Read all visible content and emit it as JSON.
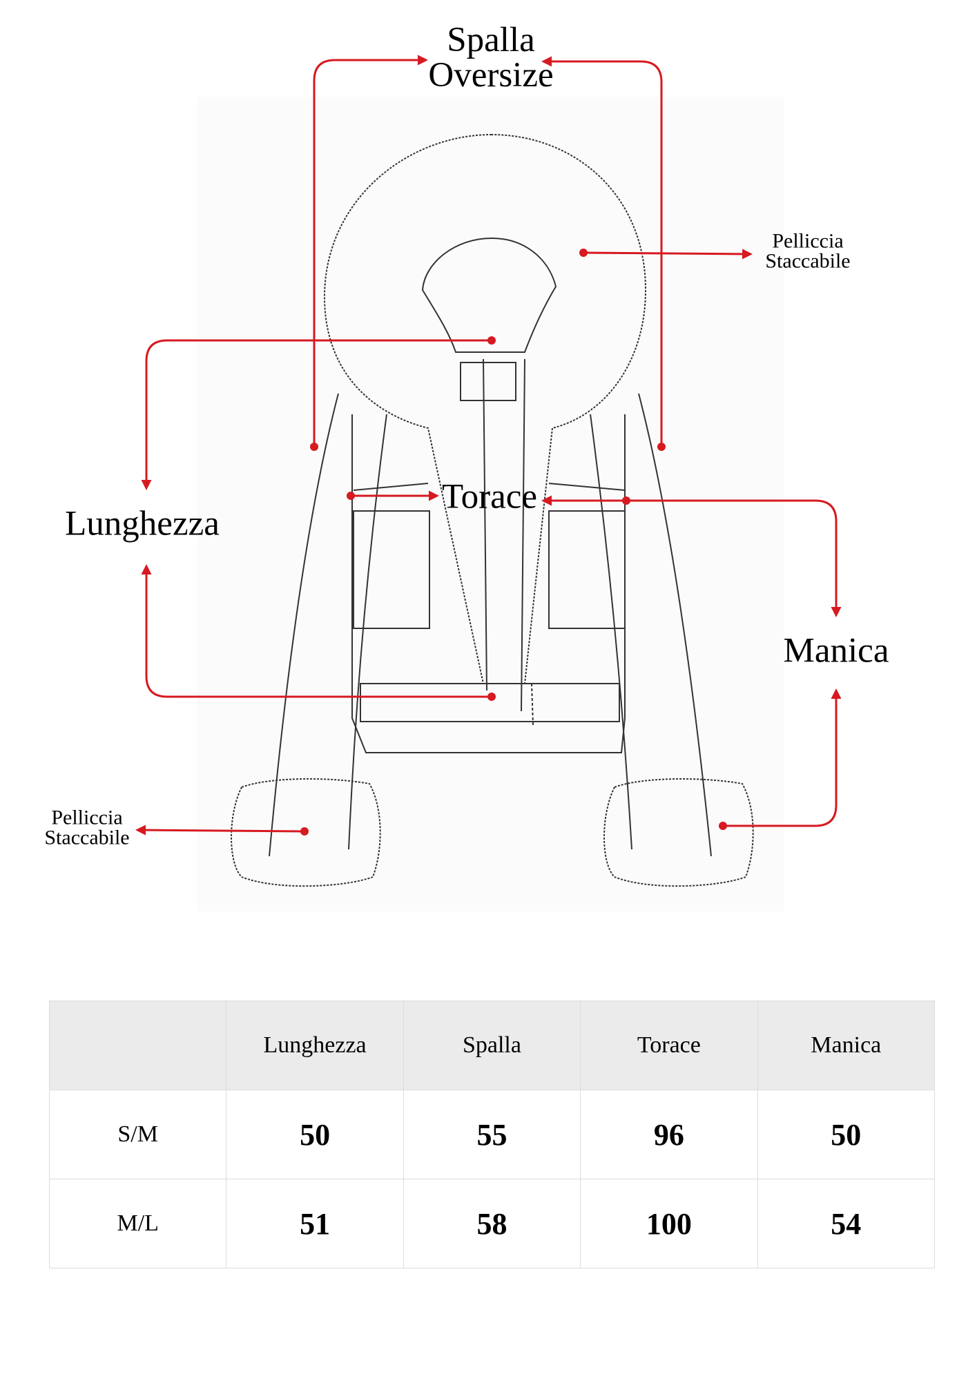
{
  "labels": {
    "spalla_line1": "Spalla",
    "spalla_line2": "Oversize",
    "pelliccia_top_line1": "Pelliccia",
    "pelliccia_top_line2": "Staccabile",
    "lunghezza": "Lunghezza",
    "torace": "Torace",
    "manica": "Manica",
    "pelliccia_bottom_line1": "Pelliccia",
    "pelliccia_bottom_line2": "Staccabile"
  },
  "colors": {
    "annotation": "#d71920",
    "header_bg": "#ebebeb"
  },
  "table": {
    "headers": [
      "",
      "Lunghezza",
      "Spalla",
      "Torace",
      "Manica"
    ],
    "rows": [
      {
        "size": "S/M",
        "values": [
          "50",
          "55",
          "96",
          "50"
        ]
      },
      {
        "size": "M/L",
        "values": [
          "51",
          "58",
          "100",
          "54"
        ]
      }
    ]
  }
}
